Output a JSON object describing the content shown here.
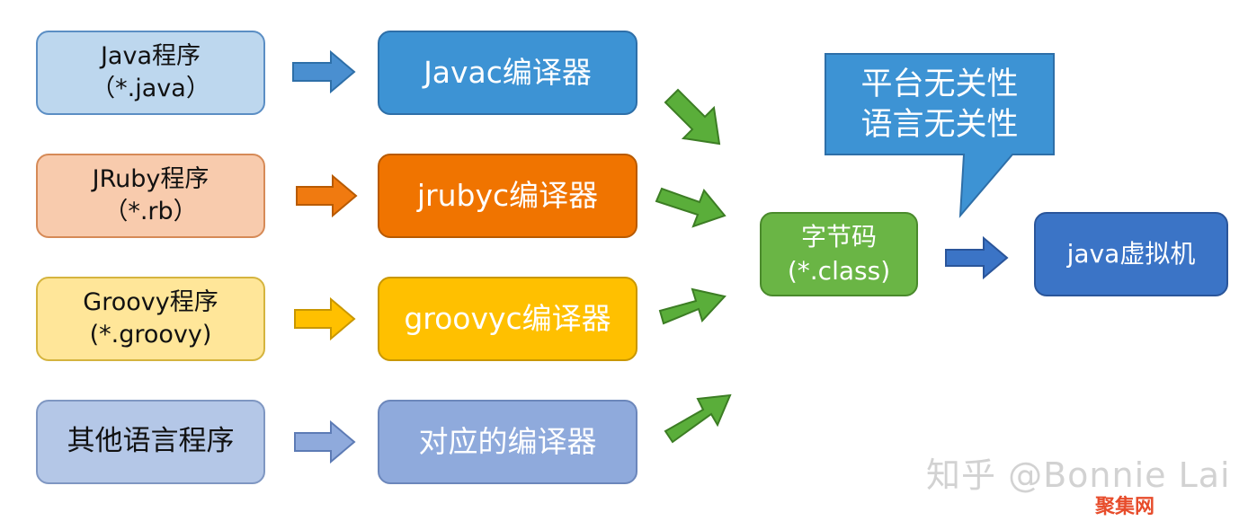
{
  "sources": [
    {
      "line1": "Java程序",
      "line2": "（*.java）"
    },
    {
      "line1": "JRuby程序",
      "line2": "（*.rb）"
    },
    {
      "line1": "Groovy程序",
      "line2": "(*.groovy)"
    },
    {
      "line1": "其他语言程序",
      "line2": ""
    }
  ],
  "compilers": [
    "Javac编译器",
    "jrubyc编译器",
    "groovyc编译器",
    "对应的编译器"
  ],
  "bytecode": {
    "line1": "字节码",
    "line2": "(*.class)"
  },
  "jvm": {
    "label": "java虚拟机"
  },
  "callout": {
    "line1": "平台无关性",
    "line2": "语言无关性"
  },
  "watermark": {
    "text": "知乎 @Bonnie Lai",
    "logo": "聚集网"
  },
  "colors": {
    "java": "#3d93d4",
    "jruby": "#f07400",
    "groovy": "#ffc000",
    "other": "#8faadc",
    "bytecode": "#6ab545",
    "jvm": "#3b74c6",
    "callout": "#3d93d4",
    "green_arrow": "#5aae3a"
  }
}
